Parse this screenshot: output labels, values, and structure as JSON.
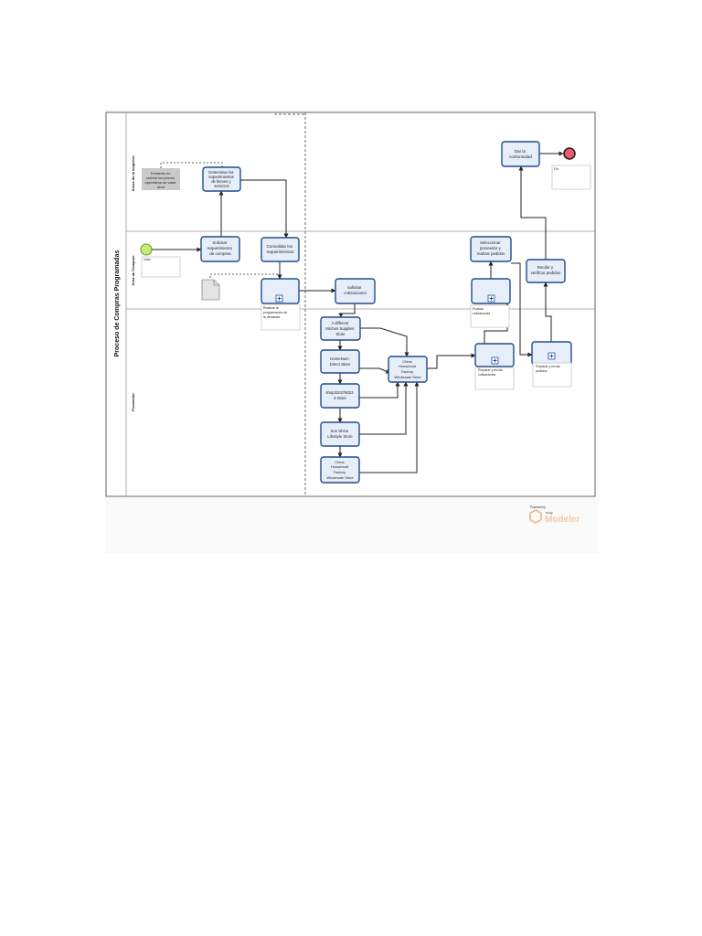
{
  "pool": {
    "title": "Proceso de Compras Programadas"
  },
  "lanes": [
    {
      "id": "lane-area-empresa",
      "label": "Áreas de la empresa"
    },
    {
      "id": "lane-area-compras",
      "label": "Área de Compras"
    },
    {
      "id": "lane-proveedor",
      "label": "Proveedor"
    }
  ],
  "events": {
    "start_label": "Inicio",
    "end_label": "Fin"
  },
  "annotation": {
    "lines": [
      "Tomando en",
      "cuenta los planes",
      "operativos de cada",
      "area"
    ]
  },
  "tasks": {
    "determinar": {
      "lines": [
        "Determinar los",
        "requerimientos",
        "de bienes y",
        "servicios"
      ]
    },
    "solicitar": {
      "lines": [
        "Solicitar",
        "requerimiento",
        "de compras"
      ]
    },
    "consolidar": {
      "lines": [
        "Consolidar los",
        "requerimientos"
      ]
    },
    "solicitar_cot": {
      "lines": [
        "solicitar",
        "cotizaciones"
      ]
    },
    "dar_conformidad": {
      "lines": [
        "Dar la",
        "conformidad"
      ]
    },
    "seleccionar": {
      "lines": [
        "Seleccionar",
        "proveedor y",
        "realizar pedidos"
      ]
    },
    "recibir": {
      "lines": [
        "Recibir y",
        "verificar pedidos"
      ]
    },
    "s1": {
      "lines": [
        "A different",
        "Kitchen Supplies",
        "Store"
      ]
    },
    "s2": {
      "lines": [
        "HomeNum",
        "Direct Store"
      ]
    },
    "s3": {
      "lines": [
        "shop310278023",
        "8 Store"
      ]
    },
    "s4": {
      "lines": [
        "Sun Shine",
        "Lifestyle Store"
      ]
    },
    "s5": {
      "lines": [
        "China",
        "Household",
        "Factory",
        "Wholesale Store"
      ]
    },
    "china_main": {
      "lines": [
        "China",
        "Household",
        "Factory",
        "Wholesale Store"
      ]
    }
  },
  "subprocess_notes": {
    "programacion": [
      "Realizar la",
      "programación de",
      "la demanda"
    ],
    "evaluar": [
      "Evaluar",
      "cotizaciones"
    ],
    "preparar_cot": [
      "Preparar y enviar",
      "cotizaciones"
    ],
    "preparar_ped": [
      "Preparar y enviar",
      "pedidos"
    ]
  },
  "branding": {
    "powered_by": "Powered by",
    "brand_small": "bizagi",
    "brand": "Modeler"
  },
  "colors": {
    "task_fill": "#e6eefa",
    "task_stroke": "#1e4d8c",
    "start": "#c8ec7a",
    "end": "#f05a6e",
    "annotation": "#c9c9c9",
    "logo": "#f4b98a"
  }
}
